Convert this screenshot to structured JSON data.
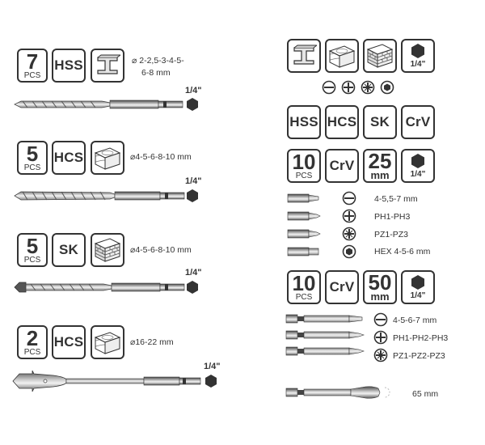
{
  "left": {
    "sets": [
      {
        "count": "7",
        "pcs": "PCS",
        "material": "HSS",
        "sizes_line1": "2-2,5-3-4-5-",
        "sizes_line2": "6-8 mm",
        "shank": "1/4\""
      },
      {
        "count": "5",
        "pcs": "PCS",
        "material": "HCS",
        "sizes_line1": "4-5-6-8-10 mm",
        "shank": "1/4\""
      },
      {
        "count": "5",
        "pcs": "PCS",
        "material": "SK",
        "sizes_line1": "4-5-6-8-10 mm",
        "shank": "1/4\""
      },
      {
        "count": "2",
        "pcs": "PCS",
        "material": "HCS",
        "sizes_line1": "16-22 mm",
        "shank": "1/4\""
      }
    ]
  },
  "right": {
    "top_shank": "1/4\"",
    "materials": [
      "HSS",
      "HCS",
      "SK",
      "CrV"
    ],
    "set_25": {
      "count": "10",
      "pcs": "PCS",
      "material": "CrV",
      "length": "25",
      "unit": "mm",
      "shank": "1/4\"",
      "rows": [
        "4-5,5-7 mm",
        "PH1-PH3",
        "PZ1-PZ3",
        "HEX 4-5-6 mm"
      ]
    },
    "set_50": {
      "count": "10",
      "pcs": "PCS",
      "material": "CrV",
      "length": "50",
      "unit": "mm",
      "shank": "1/4\"",
      "rows": [
        "4-5-6-7 mm",
        "PH1-PH2-PH3",
        "PZ1-PZ2-PZ3"
      ]
    },
    "holder": "65 mm"
  },
  "colors": {
    "ink": "#333333",
    "steel_dark": "#5a5a5a",
    "steel_light": "#e6e6e6"
  },
  "icons": [
    "steel-beam-icon",
    "wood-icon",
    "brick-wall-icon",
    "hex-shank-icon",
    "slot-icon",
    "phillips-icon",
    "pozidriv-icon",
    "hex-socket-icon",
    "drill-bit-icon",
    "spade-bit-icon",
    "screwdriver-bit-icon",
    "bit-holder-icon"
  ]
}
